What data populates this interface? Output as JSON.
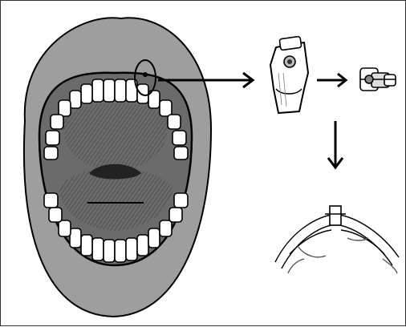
{
  "figure": {
    "colors": {
      "line": "#000000",
      "lip_fill": "#9e9e9e",
      "mouth_fill": "#6b6b6b",
      "tooth_fill": "#ffffff",
      "background": "#ffffff"
    },
    "icons": [
      "open-mouth-illustration",
      "tooth-gem-on-tooth",
      "gem-bracket",
      "occlusal-arch-view",
      "arrow-right",
      "arrow-down"
    ]
  }
}
